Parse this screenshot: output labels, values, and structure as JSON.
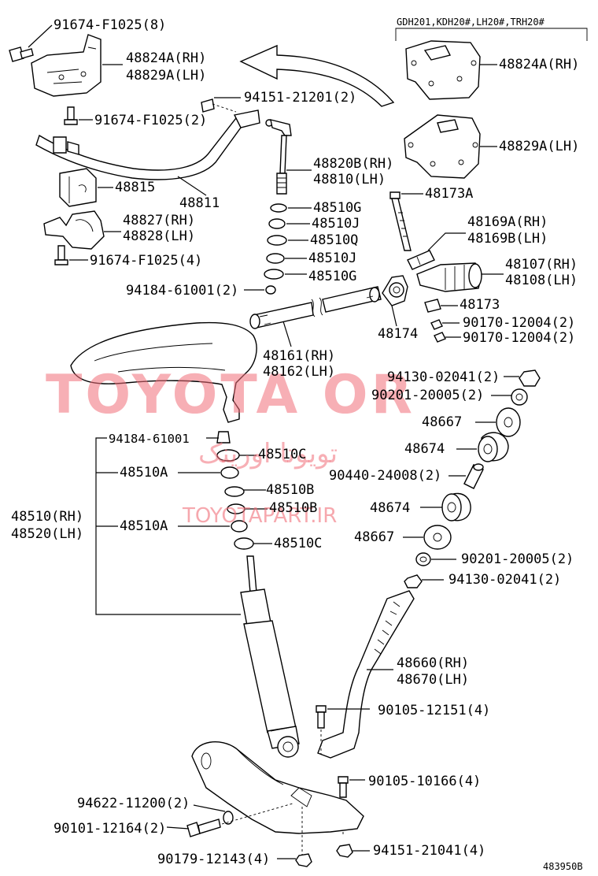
{
  "header_note": "GDH201,KDH20#,LH20#,TRH20#",
  "figure_code": "483950B",
  "watermarks": {
    "brand": "TOYOTA OR",
    "site": "TOYOTAPART.IR",
    "farsi": "تویوتا اورینک"
  },
  "labels": {
    "l_91674_f1025_8": "91674-F1025(8)",
    "l_48824a_rh_1": "48824A(RH)",
    "l_48829a_lh_1": "48829A(LH)",
    "l_94151_21201_2": "94151-21201(2)",
    "l_91674_f1025_2": "91674-F1025(2)",
    "l_48824a_rh_2": "48824A(RH)",
    "l_48829a_lh_2": "48829A(LH)",
    "l_48820b_rh": "48820B(RH)",
    "l_48810_lh": "48810(LH)",
    "l_48815": "48815",
    "l_48811": "48811",
    "l_48173a": "48173A",
    "l_48510g_1": "48510G",
    "l_48510j_1": "48510J",
    "l_48510q": "48510Q",
    "l_48510j_2": "48510J",
    "l_48510g_2": "48510G",
    "l_48827_rh": "48827(RH)",
    "l_48828_lh": "48828(LH)",
    "l_91674_f1025_4": "91674-F1025(4)",
    "l_48169a_rh": "48169A(RH)",
    "l_48169b_lh": "48169B(LH)",
    "l_48107_rh": "48107(RH)",
    "l_48108_lh": "48108(LH)",
    "l_94184_61001_2": "94184-61001(2)",
    "l_48173": "48173",
    "l_90170_12004_2a": "90170-12004(2)",
    "l_90170_12004_2b": "90170-12004(2)",
    "l_48174": "48174",
    "l_48161_rh": "48161(RH)",
    "l_48162_lh": "48162(LH)",
    "l_94130_02041_2a": "94130-02041(2)",
    "l_90201_20005_2a": "90201-20005(2)",
    "l_48667_1": "48667",
    "l_94184_61001": "94184-61001",
    "l_48510c_1": "48510C",
    "l_48674_1": "48674",
    "l_48510a_1": "48510A",
    "l_90440_24008_2": "90440-24008(2)",
    "l_48510b_1": "48510B",
    "l_48510b_2": "48510B",
    "l_48510_rh": "48510(RH)",
    "l_48520_lh": "48520(LH)",
    "l_48510a_2": "48510A",
    "l_48674_2": "48674",
    "l_48510c_2": "48510C",
    "l_48667_2": "48667",
    "l_90201_20005_2b": "90201-20005(2)",
    "l_94130_02041_2b": "94130-02041(2)",
    "l_48660_rh": "48660(RH)",
    "l_48670_lh": "48670(LH)",
    "l_90105_12151_4": "90105-12151(4)",
    "l_90105_10166_4": "90105-10166(4)",
    "l_94622_11200_2": "94622-11200(2)",
    "l_90101_12164_2": "90101-12164(2)",
    "l_90179_12143_4": "90179-12143(4)",
    "l_94151_21041_4": "94151-21041(4)"
  }
}
